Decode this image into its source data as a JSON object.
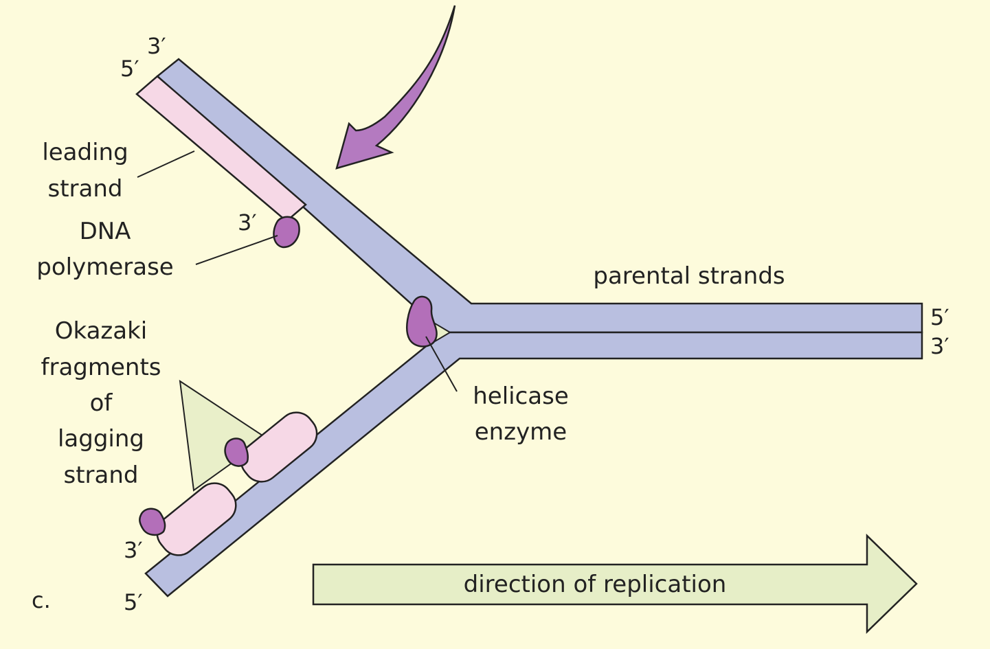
{
  "labels": {
    "leading_strand": [
      "leading",
      "strand"
    ],
    "dna_polymerase": [
      "DNA",
      "polymerase"
    ],
    "okazaki": [
      "Okazaki",
      "fragments",
      "of",
      "lagging",
      "strand"
    ],
    "parental_strands": "parental strands",
    "helicase": [
      "helicase",
      "enzyme"
    ],
    "direction": "direction of replication",
    "panel": "c."
  },
  "ends": {
    "top_left_outer": "3′",
    "top_left_inner": "5′",
    "leading_tip": "3′",
    "right_top": "5′",
    "right_bottom": "3′",
    "lagging_tip": "3′",
    "bottom_left": "5′"
  },
  "colors": {
    "background": "#fdfbdc",
    "parental_strand": "#b9bfe0",
    "new_strand": "#f6d8e6",
    "enzyme": "#b36fb9",
    "arrow_fill": "#e6eec7",
    "curved_arrow": "#b47ac0",
    "triangle": "#e9efc9"
  }
}
